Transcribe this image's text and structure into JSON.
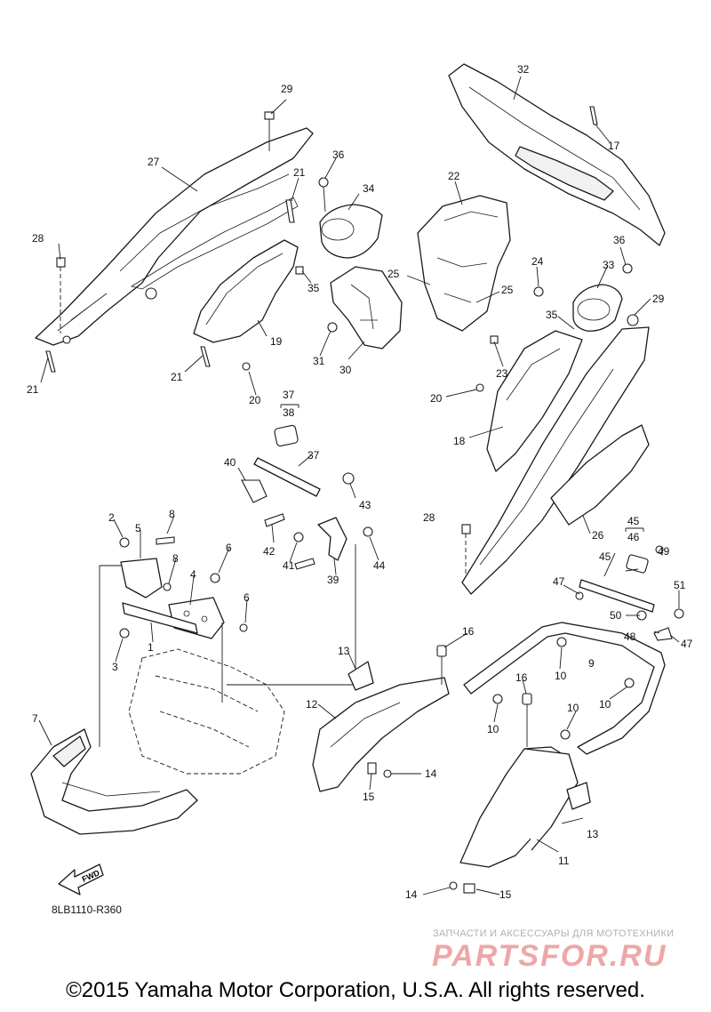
{
  "callouts": {
    "c1": "1",
    "c2": "2",
    "c3": "3",
    "c4": "4",
    "c5": "5",
    "c6a": "6",
    "c6b": "6",
    "c7": "7",
    "c8a": "8",
    "c8b": "8",
    "c9": "9",
    "c10a": "10",
    "c10b": "10",
    "c10c": "10",
    "c10d": "10",
    "c11": "11",
    "c12": "12",
    "c13a": "13",
    "c13b": "13",
    "c14a": "14",
    "c14b": "14",
    "c15a": "15",
    "c15b": "15",
    "c16a": "16",
    "c16b": "16",
    "c17": "17",
    "c18": "18",
    "c19": "19",
    "c20a": "20",
    "c20b": "20",
    "c21a": "21",
    "c21b": "21",
    "c21c": "21",
    "c22": "22",
    "c23": "23",
    "c24": "24",
    "c25a": "25",
    "c25b": "25",
    "c26": "26",
    "c27": "27",
    "c28a": "28",
    "c28b": "28",
    "c29a": "29",
    "c29b": "29",
    "c30": "30",
    "c31": "31",
    "c32": "32",
    "c33": "33",
    "c34": "34",
    "c35a": "35",
    "c35b": "35",
    "c36a": "36",
    "c36b": "36",
    "c37a": "37",
    "c37b": "37",
    "c38": "38",
    "c39": "39",
    "c40": "40",
    "c41": "41",
    "c42": "42",
    "c43": "43",
    "c44": "44",
    "c45a": "45",
    "c45b": "45",
    "c46": "46",
    "c47a": "47",
    "c47b": "47",
    "c48": "48",
    "c49": "49",
    "c50": "50",
    "c51": "51"
  },
  "fwd_label": "FWD",
  "diagram_code": "8LB1110-R360",
  "watermark": {
    "subtitle": "ЗАПЧАСТИ И АКСЕССУАРЫ ДЛЯ МОТОТЕХНИКИ",
    "logo": "PARTSFOR.RU"
  },
  "copyright": "©2015 Yamaha Motor Corporation, U.S.A. All rights reserved."
}
